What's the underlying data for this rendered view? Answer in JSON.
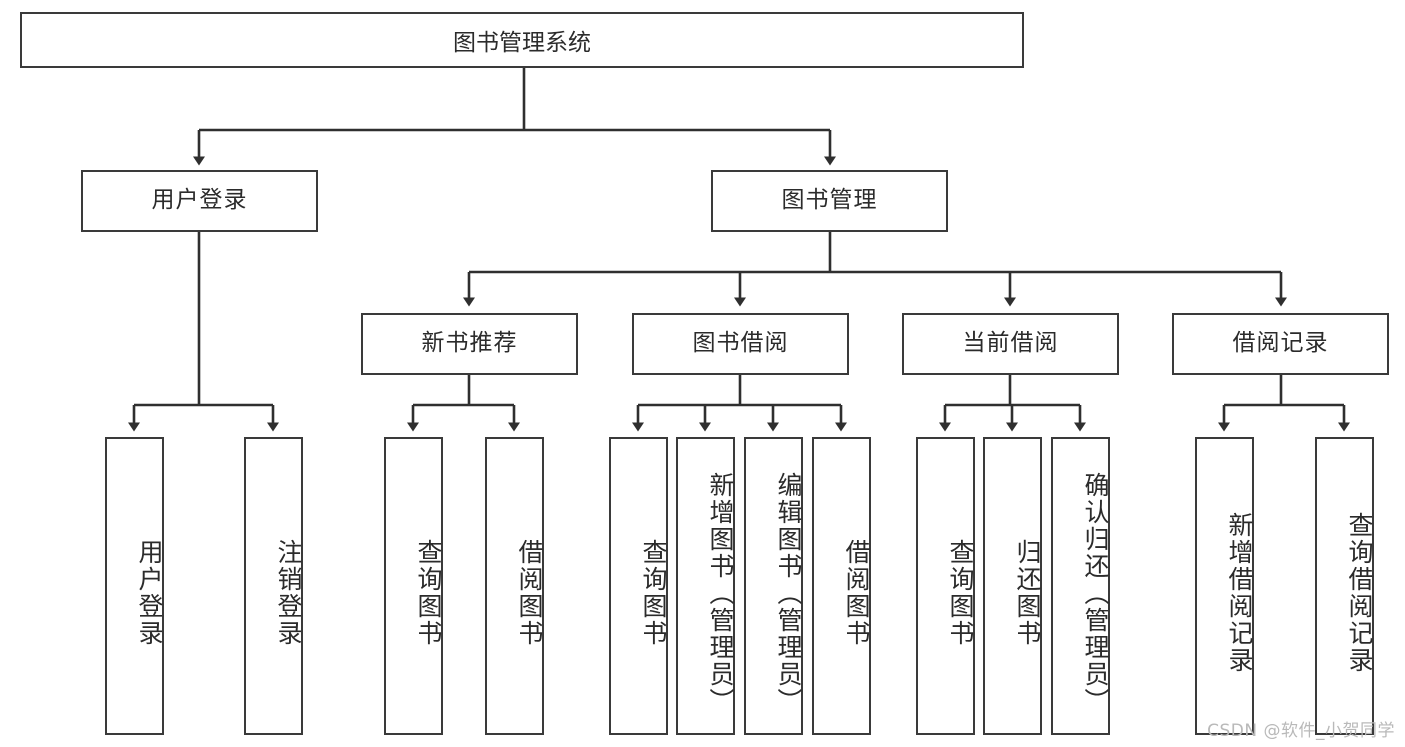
{
  "diagram": {
    "type": "tree-hierarchy",
    "title": "图书管理系统",
    "watermark": "CSDN @软件_小贺同学",
    "colors": {
      "box_border": "#3a3a3a",
      "box_fill": "#ffffff",
      "connector": "#2f2f2f",
      "text": "#2b2b2b",
      "watermark": "#b9b9b9",
      "background": "#ffffff"
    },
    "root": {
      "id": "root",
      "label": "图书管理系统"
    },
    "level1": [
      {
        "id": "user-login",
        "label": "用户登录"
      },
      {
        "id": "book-manage",
        "label": "图书管理"
      }
    ],
    "level2": [
      {
        "id": "new-book-recommend",
        "label": "新书推荐",
        "parent": "book-manage"
      },
      {
        "id": "book-borrow",
        "label": "图书借阅",
        "parent": "book-manage"
      },
      {
        "id": "current-borrow",
        "label": "当前借阅",
        "parent": "book-manage"
      },
      {
        "id": "borrow-record",
        "label": "借阅记录",
        "parent": "book-manage"
      }
    ],
    "leaves": {
      "user_login": [
        {
          "id": "leaf-user-login",
          "label": "用户登录"
        },
        {
          "id": "leaf-logout-login",
          "label": "注销登录"
        }
      ],
      "new_book_recommend": [
        {
          "id": "leaf-query-book-1",
          "label": "查询图书"
        },
        {
          "id": "leaf-borrow-book-1",
          "label": "借阅图书"
        }
      ],
      "book_borrow": [
        {
          "id": "leaf-query-book-2",
          "label": "查询图书"
        },
        {
          "id": "leaf-add-book",
          "label": "新增图书（管理员）"
        },
        {
          "id": "leaf-edit-book",
          "label": "编辑图书（管理员）"
        },
        {
          "id": "leaf-borrow-book-2",
          "label": "借阅图书"
        }
      ],
      "current_borrow": [
        {
          "id": "leaf-query-book-3",
          "label": "查询图书"
        },
        {
          "id": "leaf-return-book",
          "label": "归还图书"
        },
        {
          "id": "leaf-confirm-return",
          "label": "确认归还（管理员）"
        }
      ],
      "borrow_record": [
        {
          "id": "leaf-add-borrow-record",
          "label": "新增借阅记录"
        },
        {
          "id": "leaf-query-borrow-record",
          "label": "查询借阅记录"
        }
      ]
    }
  }
}
